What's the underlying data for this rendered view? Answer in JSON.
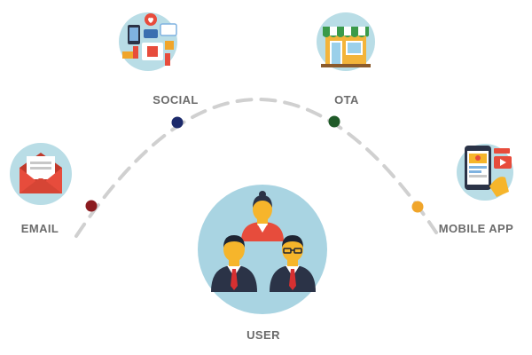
{
  "labels": {
    "social": "SOCIAL",
    "ota": "OTA",
    "email": "EMAIL",
    "mobile_app": "MOBILE APP",
    "user": "USER"
  },
  "icons": {
    "social": "social-media-collage-icon",
    "ota": "storefront-icon",
    "email": "open-envelope-icon",
    "mobile_app": "smartphone-app-icon",
    "user": "user-group-icon"
  },
  "colors": {
    "circle_bg": "#b9dde6",
    "user_circle_bg": "#a9d4e2",
    "arc": "#d0d0d0",
    "dot_email": "#8b1b1f",
    "dot_social": "#1c2a6b",
    "dot_ota": "#1f5a28",
    "dot_mobile": "#f0a52a",
    "label_text": "#6b6b6b",
    "red_accent": "#e74c3c",
    "suit": "#2b3347",
    "skin": "#f6b52b",
    "tie": "#d63031"
  }
}
